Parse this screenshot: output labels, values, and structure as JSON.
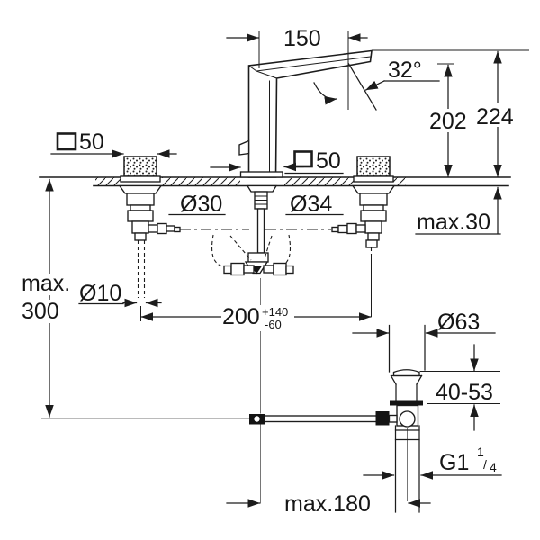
{
  "diagram": {
    "title": "Three-hole basin mixer with pop-up waste — installation dimension drawing",
    "background_color": "#ffffff",
    "line_color": "#1c1c1c",
    "units": "mm"
  },
  "labels": {
    "spout_reach": "150",
    "stream_angle": "32°",
    "outlet_height": "202",
    "overall_height": "224",
    "handle_square_size": "50",
    "body_square_size": "50",
    "max_deck_thickness": "max.30",
    "left_hole_diameter": "Ø30",
    "center_hole_diameter": "Ø34",
    "max_hose_depth_word": "max.",
    "max_hose_depth_value": "300",
    "hose_diameter": "Ø10",
    "handle_spacing": "200",
    "handle_spacing_tol_plus": "+140",
    "handle_spacing_tol_minus": "-60",
    "waste_flange_diameter": "Ø63",
    "basin_thickness_range": "40-53",
    "thread_prefix": "G1",
    "thread_frac_numerator": "1",
    "thread_frac_slash": "/",
    "thread_frac_denominator": "4",
    "max_drain_offset": "max.180"
  }
}
